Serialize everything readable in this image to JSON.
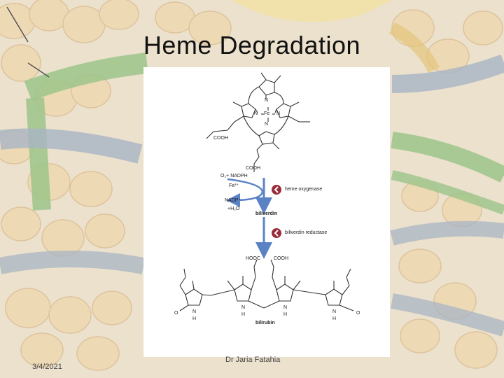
{
  "slide": {
    "title": "Heme Degradation",
    "date": "3/4/2021",
    "author": "Dr Jaria Fatahia"
  },
  "figure": {
    "heme_labels": {
      "n_top": "N",
      "n_left": "N",
      "fe": "Fe",
      "n_right": "N",
      "n_bottom": "N",
      "cooh_left": "COOH",
      "cooh_right": "COOH"
    },
    "reaction": {
      "inputs_1": "O₂+ NADPH",
      "inputs_2": "Fe³⁺",
      "outputs_1": "NADP⁺",
      "outputs_2": "+H₂O",
      "enzyme_1": "heme oxygenase",
      "intermediate": "biliverdin",
      "enzyme_2": "biliverdin reductase"
    },
    "bilirubin_labels": {
      "hooc": "HOOC",
      "cooh": "COOH",
      "o_left": "O",
      "n1": "N",
      "h1": "H",
      "n2": "N",
      "h2": "H",
      "n3": "N",
      "h3": "H",
      "n4": "N",
      "h4": "H",
      "o_right": "O",
      "name": "bilirubin"
    },
    "colors": {
      "arrow": "#5b82c4",
      "enzyme_circle": "#9a2b3a",
      "bond": "#333333"
    }
  }
}
